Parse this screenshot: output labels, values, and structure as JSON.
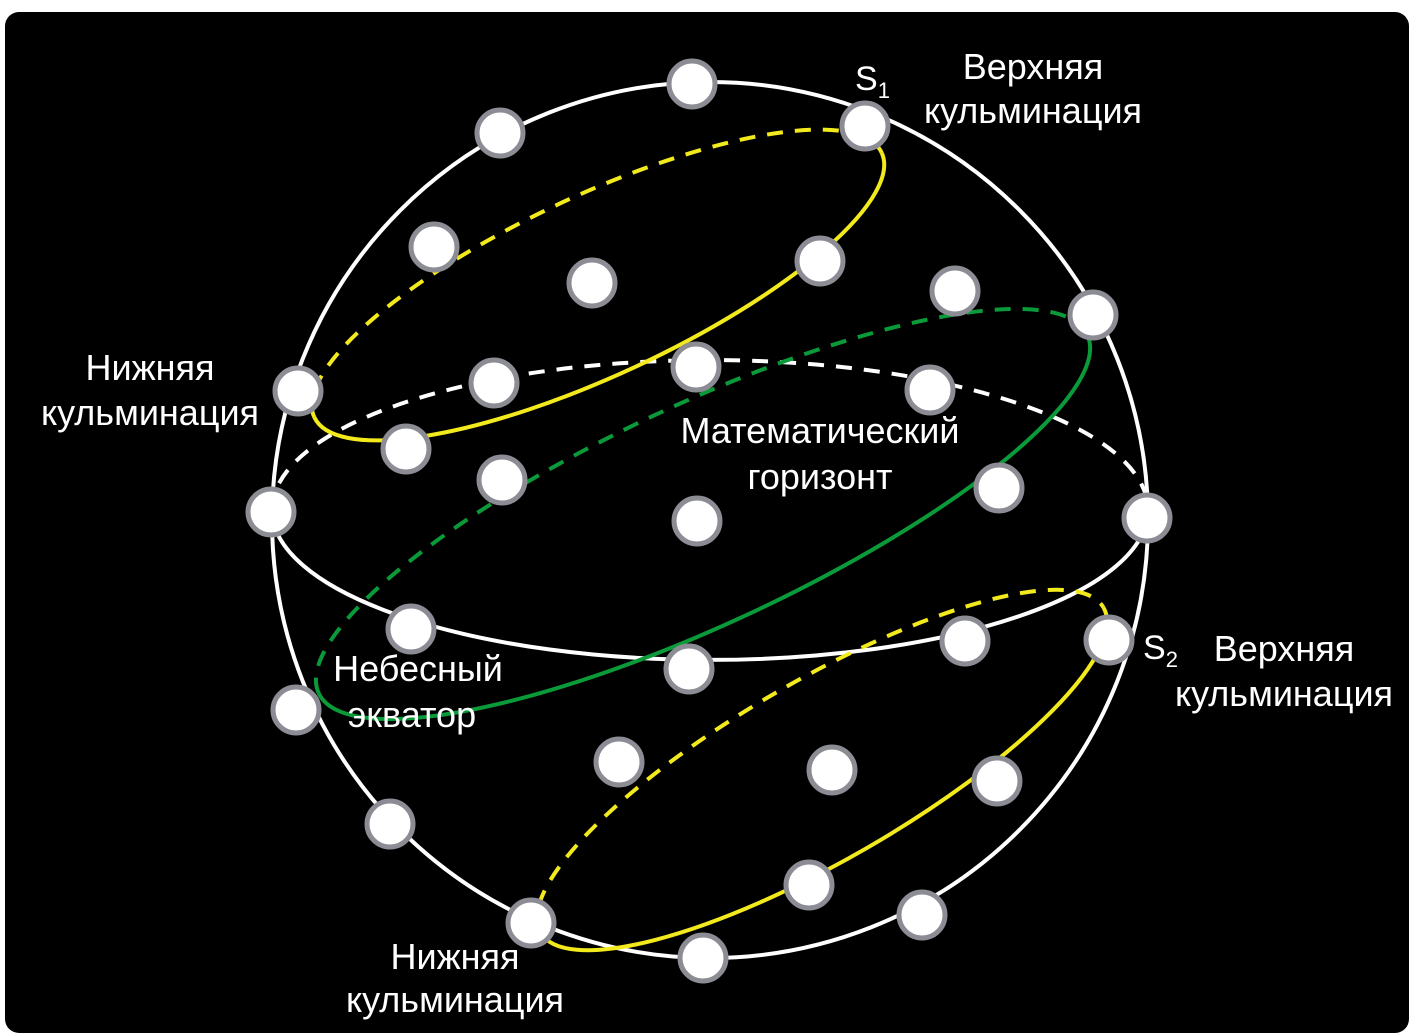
{
  "colors": {
    "background": "#000000",
    "sphere": "#ffffff",
    "horizon": "#ffffff",
    "equator": "#0a9a3a",
    "star_path": "#f2ea1c",
    "node_fill": "#ffffff",
    "node_ring": "#8c8c94"
  },
  "labels": {
    "s1_letter": "S",
    "s1_index": "1",
    "s2_letter": "S",
    "s2_index": "2",
    "upper_culm_top_line1": "Верхняя",
    "upper_culm_top_line2": "кульминация",
    "lower_culm_left_line1": "Нижняя",
    "lower_culm_left_line2": "кульминация",
    "horizon_line1": "Математический",
    "horizon_line2": "горизонт",
    "equator_line1": "Небесный",
    "equator_line2": "экватор",
    "upper_culm_right_line1": "Верхняя",
    "upper_culm_right_line2": "кульминация",
    "lower_culm_bottom_line1": "Нижняя",
    "lower_culm_bottom_line2": "кульминация"
  }
}
